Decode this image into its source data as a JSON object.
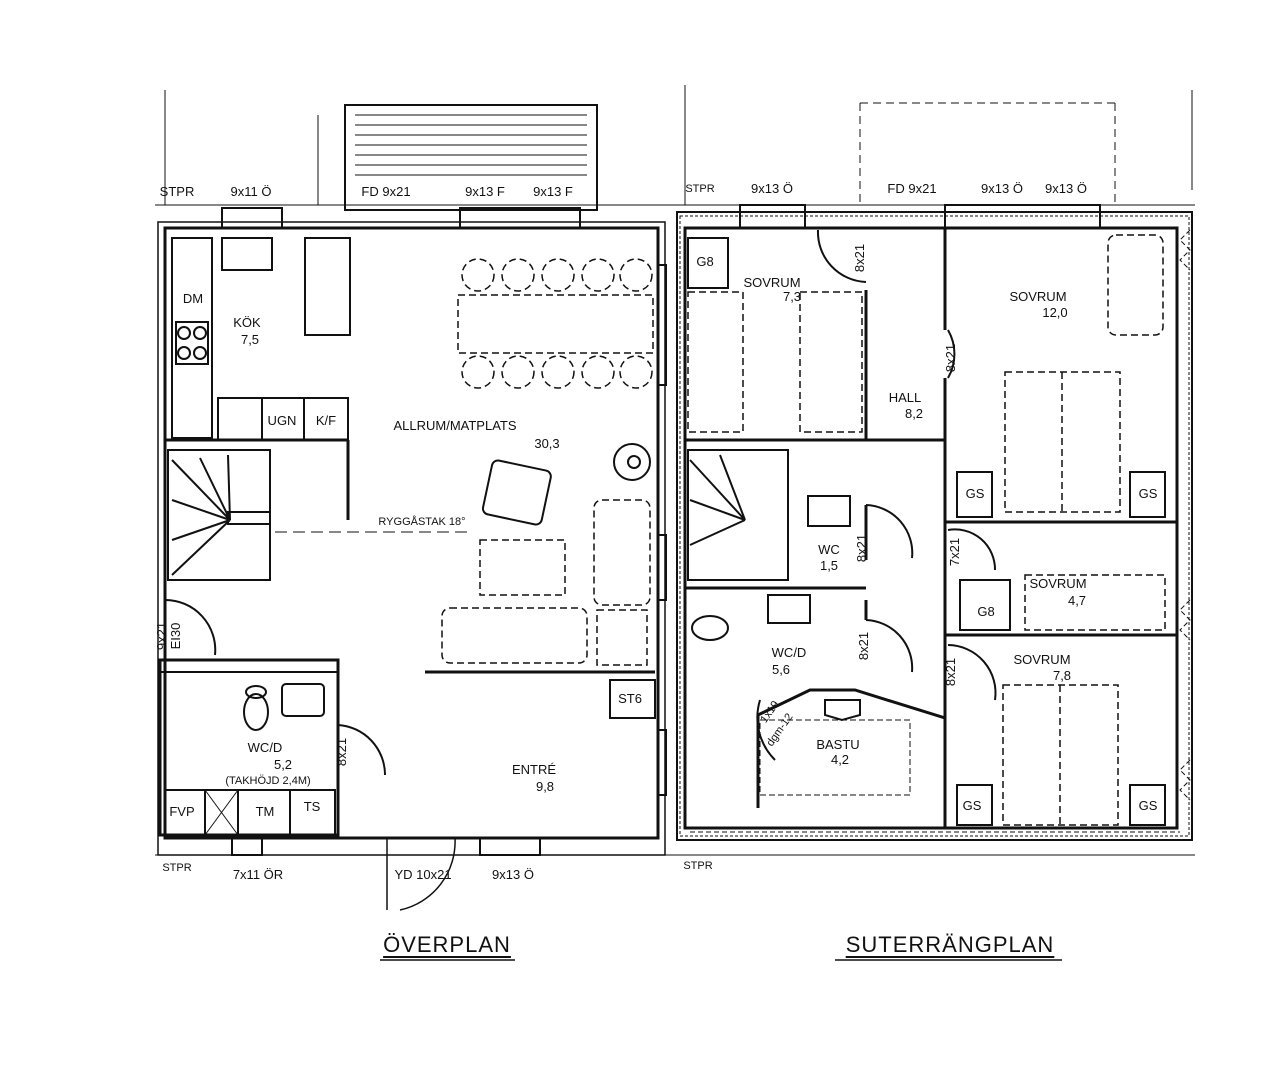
{
  "upper_plan": {
    "title": "ÖVERPLAN",
    "top_labels": {
      "stpr": "STPR",
      "win1": "9x11 Ö",
      "door": "FD 9x21",
      "win2": "9x13 F",
      "win3": "9x13 F"
    },
    "bottom_labels": {
      "stpr": "STPR",
      "win1": "7x11 ÖR",
      "door": "YD 10x21",
      "win2": "9x13 Ö"
    },
    "side_door": {
      "size": "9x21",
      "class": "EI30"
    },
    "rooms": {
      "kitchen": {
        "name": "KÖK",
        "area": "7,5"
      },
      "living": {
        "name": "ALLRUM/MATPLATS",
        "area": "30,3"
      },
      "bath": {
        "name": "WC/D",
        "area": "5,2",
        "note": "(TAKHÖJD 2,4M)"
      },
      "entry": {
        "name": "ENTRÉ",
        "area": "9,8"
      }
    },
    "fixtures": {
      "dm": "DM",
      "ugn": "UGN",
      "kf": "K/F",
      "fvp": "FVP",
      "tm": "TM",
      "ts": "TS",
      "st6": "ST6"
    },
    "bath_door": "8x21",
    "roof_note": "RYGGÅSTAK 18°"
  },
  "lower_plan": {
    "title": "SUTERRÄNGPLAN",
    "top_labels": {
      "stpr": "STPR",
      "win1": "9x13 Ö",
      "door": "FD 9x21",
      "win2": "9x13 Ö",
      "win3": "9x13 Ö"
    },
    "bottom_labels": {
      "stpr": "STPR"
    },
    "rooms": {
      "bed1": {
        "name": "SOVRUM",
        "area": "7,3"
      },
      "bed2": {
        "name": "SOVRUM",
        "area": "12,0"
      },
      "hall": {
        "name": "HALL",
        "area": "8,2"
      },
      "wc": {
        "name": "WC",
        "area": "1,5"
      },
      "bed3": {
        "name": "SOVRUM",
        "area": "4,7"
      },
      "wcd": {
        "name": "WC/D",
        "area": "5,6"
      },
      "bed4": {
        "name": "SOVRUM",
        "area": "7,8"
      },
      "sauna": {
        "name": "BASTU",
        "area": "4,2"
      }
    },
    "fixtures": {
      "g8a": "G8",
      "g8b": "G8",
      "gs1": "GS",
      "gs2": "GS",
      "gs3": "GS",
      "gs4": "GS"
    },
    "doors": {
      "d1": "8x21",
      "d2": "8x21",
      "d3": "8x21",
      "d4": "7x21",
      "d5": "8x21",
      "d6": "8x21"
    },
    "sauna_door": {
      "size": "1x19",
      "class": "dgm-12"
    }
  }
}
